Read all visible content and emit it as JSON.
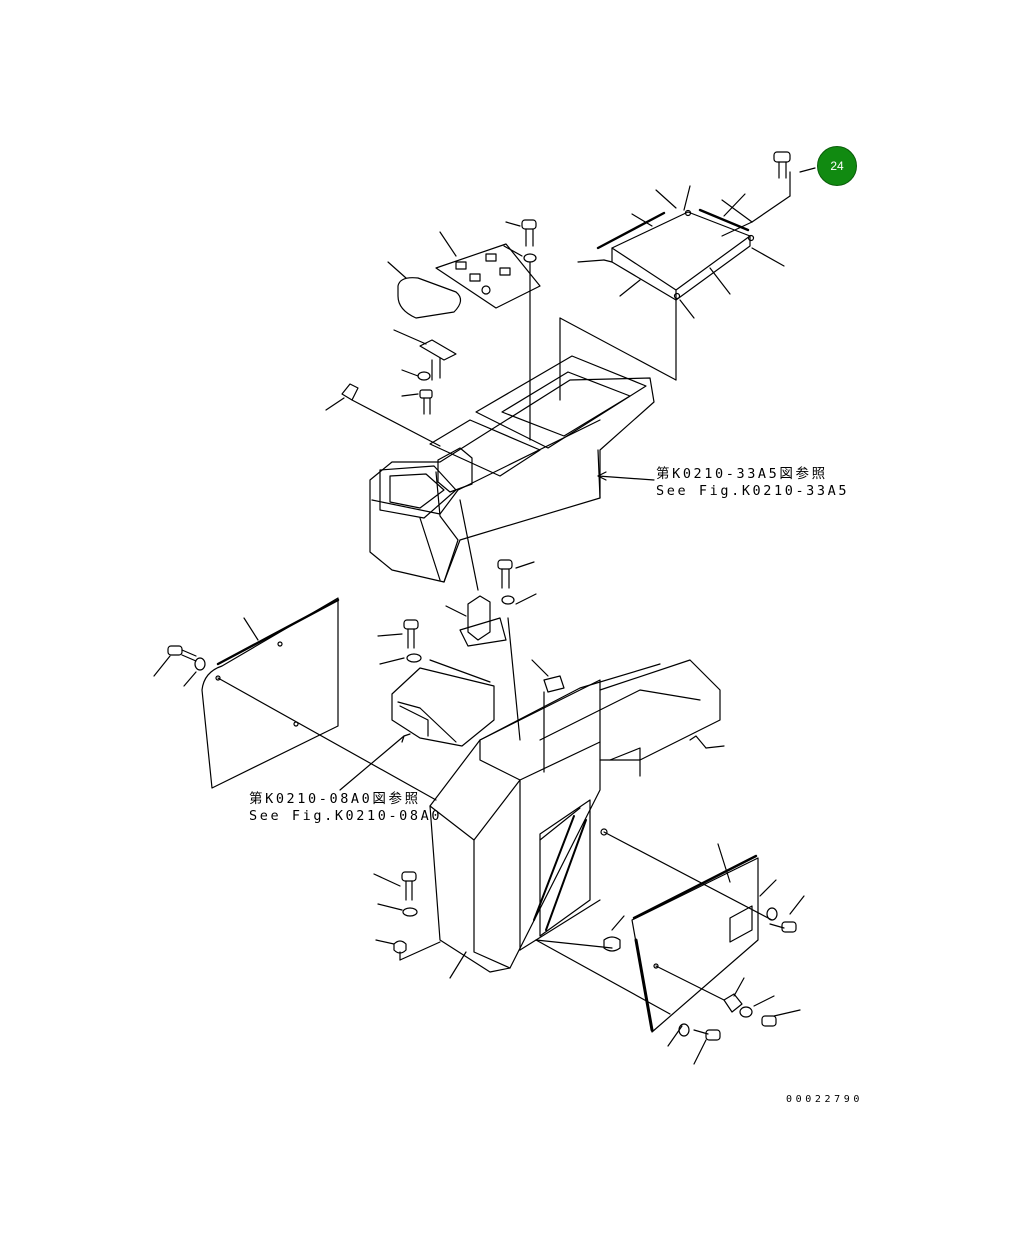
{
  "badge": {
    "label": "24",
    "color": "#118a11"
  },
  "references": {
    "upper": {
      "jp": "第K0210-33A5図参照",
      "en": "See Fig.K0210-33A5"
    },
    "lower": {
      "jp": "第K0210-08A0図参照",
      "en": "See Fig.K0210-08A0"
    }
  },
  "drawing_number": "00022790",
  "line_color": "#000000",
  "icons": [
    "exploded-parts-diagram",
    "bolt-icon",
    "washer-icon",
    "panel-icon"
  ]
}
